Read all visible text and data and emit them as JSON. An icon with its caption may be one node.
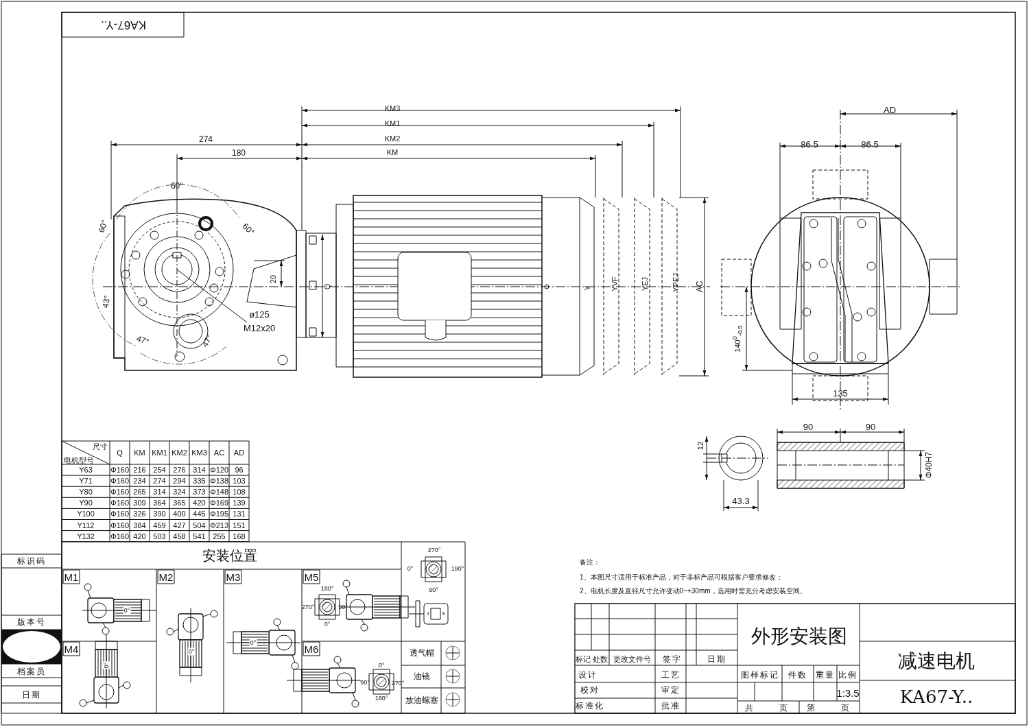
{
  "diagram": {
    "labels": [
      "KA67-Y..",
      "KM3",
      "KM1",
      "274",
      "KM2",
      "180",
      "KM",
      "60°",
      "60°",
      "60°",
      "20",
      "Q",
      "ø125",
      "43°",
      "M12x20",
      "47°",
      "47°",
      "Y",
      "YVF",
      "YEJ",
      "YPEJ",
      "AC",
      "AD",
      "86.5",
      "86.5",
      "140$^{0}$$_{-0.5}$",
      "135",
      "90",
      "90",
      "12",
      "Φ40H7",
      "43.3",
      "尺寸",
      "电机型号",
      "Q",
      "KM",
      "KM1",
      "KM2",
      "KM3",
      "AC",
      "AD",
      "Y63",
      "Φ160",
      "216",
      "254",
      "276",
      "314",
      "Φ120",
      "96",
      "Y71",
      "Φ160",
      "234",
      "274",
      "294",
      "335",
      "Φ138",
      "103",
      "Y80",
      "Φ160",
      "265",
      "314",
      "324",
      "373",
      "Φ148",
      "108",
      "Y90",
      "Φ160",
      "309",
      "364",
      "365",
      "420",
      "Φ169",
      "139",
      "Y100",
      "Φ160",
      "326",
      "390",
      "400",
      "445",
      "Φ195",
      "131",
      "Y112",
      "Φ160",
      "384",
      "459",
      "427",
      "504",
      "Φ213",
      "151",
      "Y132",
      "Φ160",
      "420",
      "503",
      "458",
      "541",
      "255",
      "168",
      "标识码",
      "版本号",
      "档案员",
      "日期",
      "安装位置",
      "M1",
      "M2",
      "M3",
      "M5",
      "M4",
      "M6",
      "0°",
      "0°",
      "0°",
      "0°",
      "180°",
      "270°",
      "90°",
      "0°",
      "0°",
      "90°",
      "270°",
      "180°",
      "270°",
      "0°",
      "180°",
      "90°",
      "1",
      "3",
      "透气帽",
      "油镜",
      "放油螺塞",
      "备注：",
      "1、本图尺寸适用于标准产品，对于非标产品可根据客户要求修改；",
      "2、电机长度及直径尺寸允许变动0~+30mm，选用时需充分考虑安装空间。",
      "标记",
      "处数",
      "更改文件号",
      "签字",
      "日期",
      "设计",
      "工艺",
      "校对",
      "审定",
      "标准化",
      "批准",
      "外形安装图",
      "图样标记",
      "件数",
      "重量",
      "比例",
      "1:3.5",
      "共",
      "页",
      "第",
      "页",
      "减速电机",
      "KA67-Y.."
    ]
  }
}
